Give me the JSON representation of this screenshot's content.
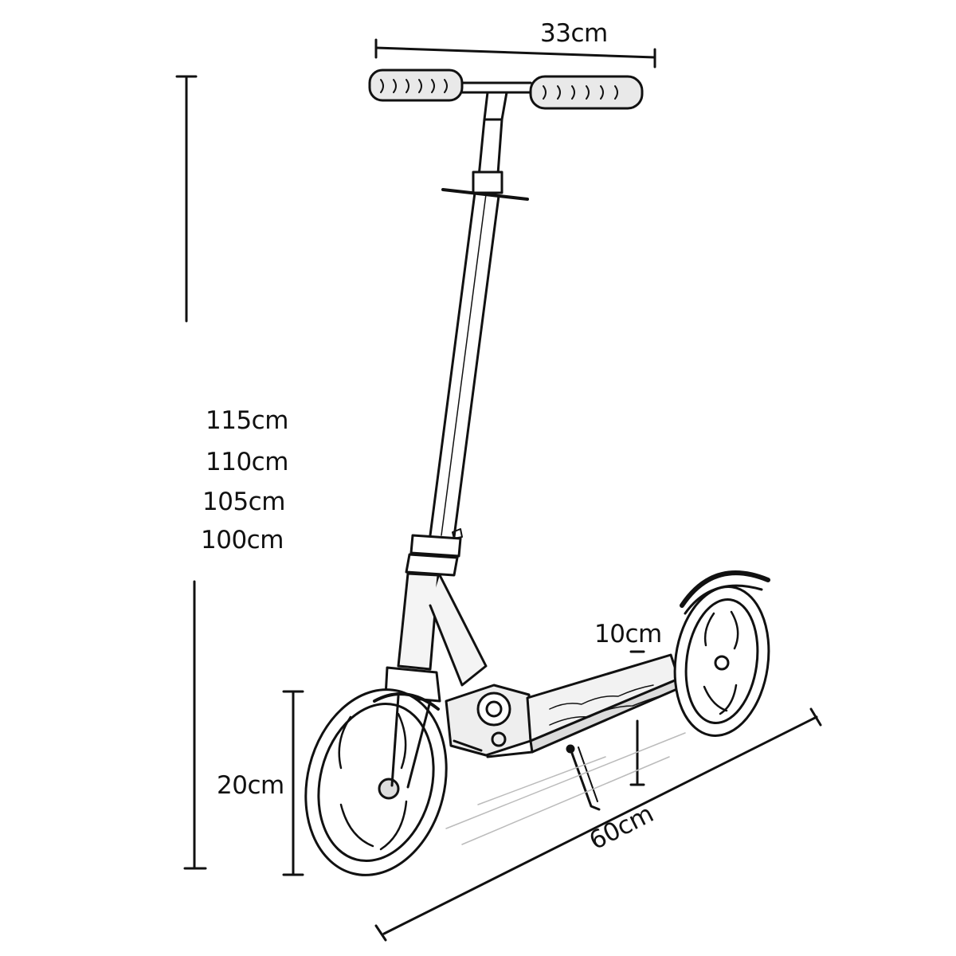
{
  "dimensions": {
    "handlebar_width": "33cm",
    "heights": [
      "115cm",
      "110cm",
      "105cm",
      "100cm"
    ],
    "deck_clearance": "10cm",
    "wheel_height": "20cm",
    "length": "60cm"
  },
  "colors": {
    "ink": "#111111",
    "background": "#ffffff"
  }
}
